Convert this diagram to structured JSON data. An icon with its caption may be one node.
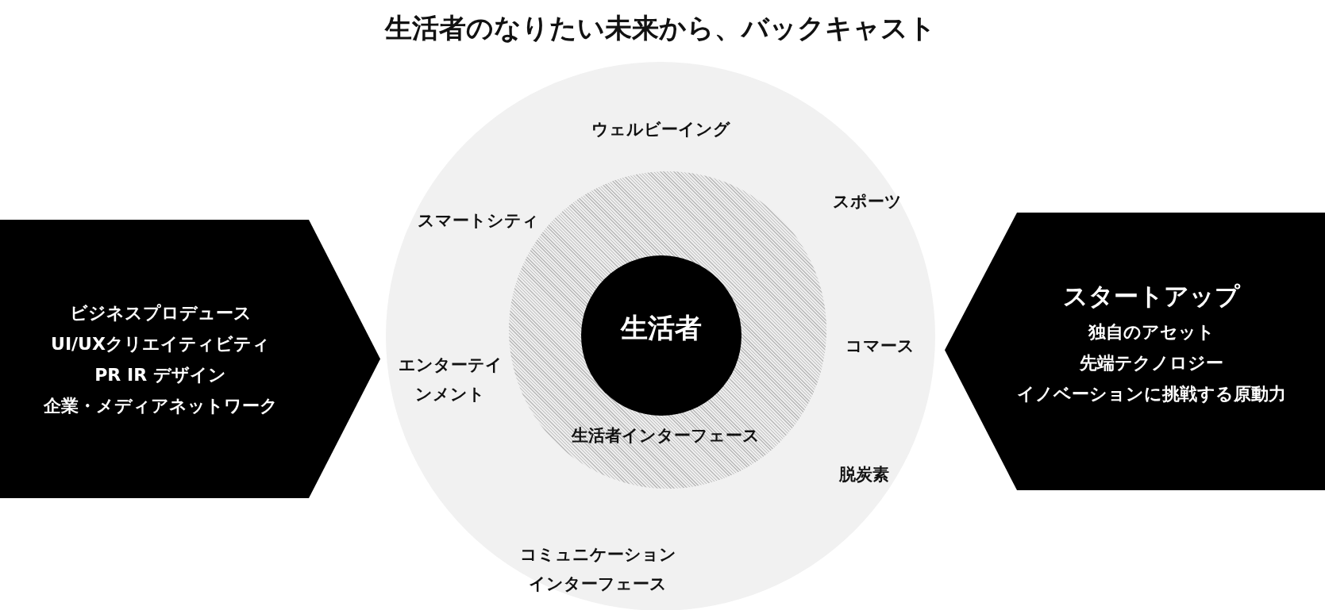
{
  "diagram": {
    "title": "生活者のなりたい未来から、バックキャスト",
    "nodes": [
      {
        "text": [
          "ウェルビーイング",
          "スマートシティ",
          "スポーツ",
          "コマース",
          "エンターテインメント",
          "脱炭素",
          "コミュニケーションインターフェース"
        ]
      },
      {
        "text": [
          "生活者インターフェース"
        ],
        "in": 0
      },
      {
        "text": [
          "生活者"
        ],
        "in": 1
      },
      {
        "text": [
          "ビジネスプロデュース",
          "UI/UXクリエイティビティ",
          "PR IR デザイン",
          "企業・メディアネットワーク"
        ]
      },
      {
        "text": [
          "スタートアップ",
          "独自のアセット",
          "先端テクノロジー",
          "イノベーションに挑戦する原動力"
        ]
      }
    ]
  }
}
